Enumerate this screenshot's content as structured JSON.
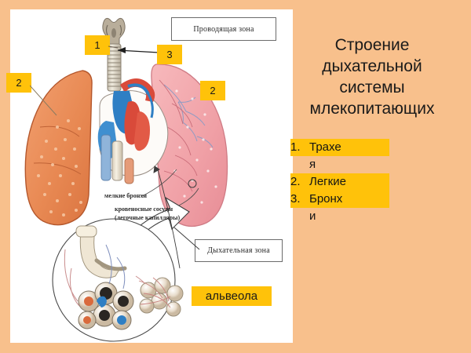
{
  "slide": {
    "background_color": "#f8c08c",
    "panel_background": "#ffffff",
    "highlight_color": "#ffc20a"
  },
  "title": {
    "line1": "Строение",
    "line2": "дыхательной",
    "line3": "системы",
    "line4": "млекопитающих",
    "full": "Строение дыхательной системы млекопитающих"
  },
  "term_list": [
    {
      "number": "1.",
      "label": "Трахе",
      "label_wrap": "я",
      "full": "Трахея"
    },
    {
      "number": "2.",
      "label": "Легкие",
      "label_wrap": "",
      "full": "Легкие"
    },
    {
      "number": "3.",
      "label": "Бронх",
      "label_wrap": "и",
      "full": "Бронхи"
    }
  ],
  "diagram": {
    "callouts": [
      {
        "id": "conducting-zone",
        "text": "Проводящая зона"
      },
      {
        "id": "respiratory-zone",
        "text": "Дыхательная зона"
      }
    ],
    "markers": [
      {
        "id": "marker-1",
        "text": "1",
        "refers_to": "Трахея"
      },
      {
        "id": "marker-2-left",
        "text": "2",
        "refers_to": "Легкие"
      },
      {
        "id": "marker-2-right",
        "text": "2",
        "refers_to": "Легкие"
      },
      {
        "id": "marker-3",
        "text": "3",
        "refers_to": "Бронхи"
      }
    ],
    "annotations": [
      {
        "id": "small-bronchi",
        "text": "мелкие бронхи"
      },
      {
        "id": "blood-vessels",
        "text": "кровеносные сосуды"
      },
      {
        "id": "pulmonary-capillaries",
        "text": "(легочные капилляры)"
      }
    ],
    "alveolus_label": {
      "id": "alveolus",
      "text": "альвеола"
    }
  }
}
